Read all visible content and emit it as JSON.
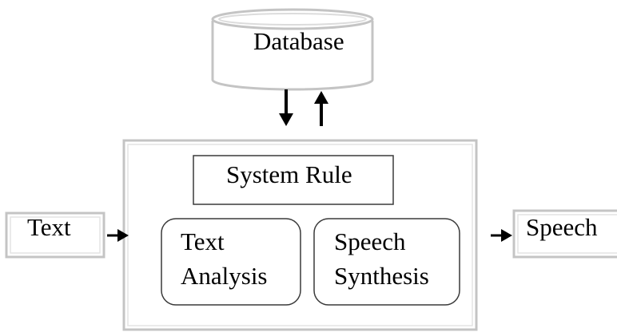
{
  "nodes": {
    "database": {
      "label": "Database"
    },
    "system_rule": {
      "label": "System Rule"
    },
    "text_analysis": {
      "line1": "Text",
      "line2": "Analysis"
    },
    "speech_synthesis": {
      "line1": "Speech",
      "line2": "Synthesis"
    },
    "input": {
      "label": "Text"
    },
    "output": {
      "label": "Speech"
    }
  },
  "colors": {
    "frame_stroke": "#c4c4c4",
    "box_stroke": "#3a3a3a",
    "arrow": "#000000",
    "text": "#000000",
    "background": "#ffffff"
  }
}
